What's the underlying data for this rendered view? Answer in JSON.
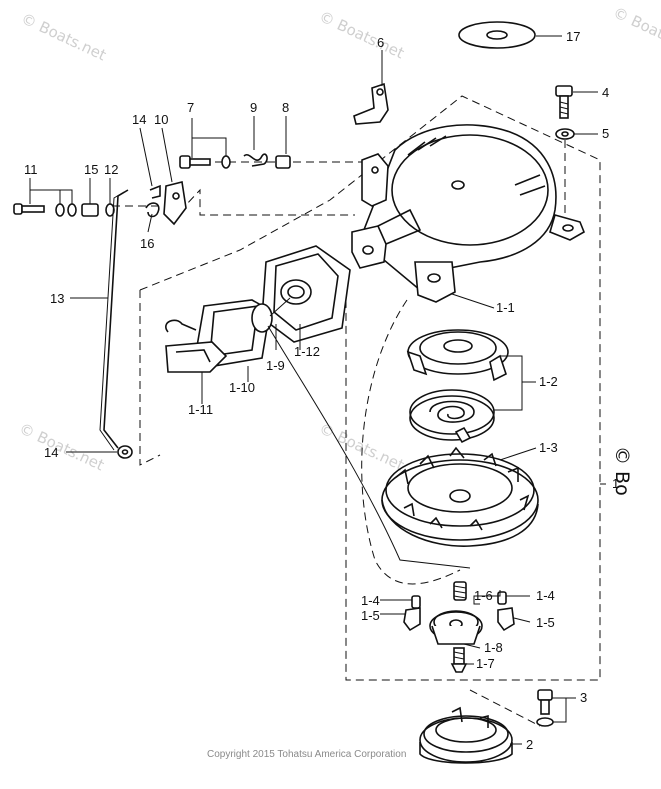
{
  "watermark_text": "© Boats.net",
  "side_copyright": "© Bo",
  "copyright": "Copyright 2015 Tohatsu America Corporation",
  "callouts": {
    "p1": "1",
    "p1_1": "1-1",
    "p1_2": "1-2",
    "p1_3": "1-3",
    "p1_4a": "1-4",
    "p1_4b": "1-4",
    "p1_5a": "1-5",
    "p1_5b": "1-5",
    "p1_6": "1-6",
    "p1_7": "1-7",
    "p1_8": "1-8",
    "p1_9": "1-9",
    "p1_10": "1-10",
    "p1_11": "1-11",
    "p1_12": "1-12",
    "p2": "2",
    "p3": "3",
    "p4": "4",
    "p5": "5",
    "p6": "6",
    "p7": "7",
    "p8": "8",
    "p9": "9",
    "p10": "10",
    "p11": "11",
    "p12": "12",
    "p13": "13",
    "p14a": "14",
    "p14b": "14",
    "p15": "15",
    "p16": "16",
    "p17": "17"
  }
}
